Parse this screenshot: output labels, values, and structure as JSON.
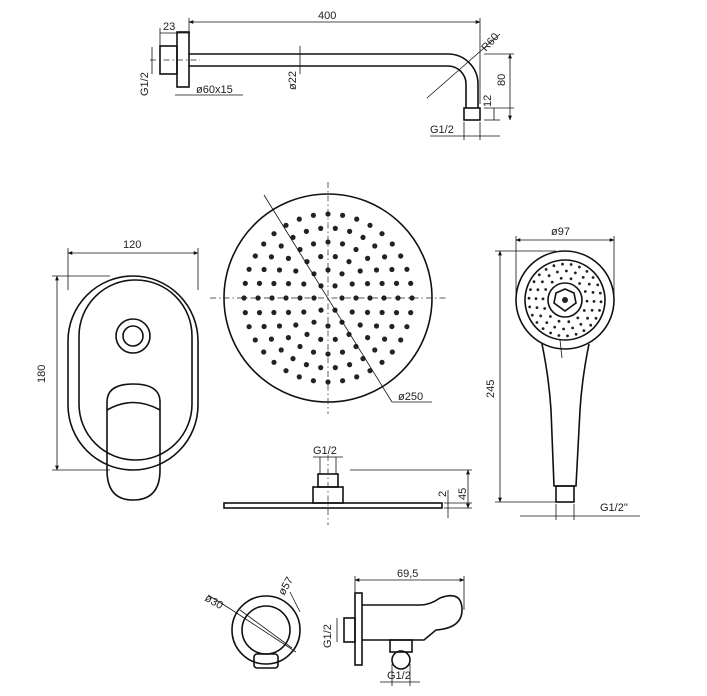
{
  "shower_arm": {
    "length": "400",
    "flange_thickness": "23",
    "bend_radius": "R60",
    "thread_inlet": "G1/2",
    "flange_diameter": "ø60x15",
    "pipe_diameter": "ø22",
    "drop_height": "80",
    "outlet_length": "12",
    "thread_outlet": "G1/2"
  },
  "mixer_plate": {
    "width": "120",
    "height": "180"
  },
  "rain_head": {
    "diameter": "ø250",
    "thread": "G1/2",
    "plate_thickness": "2",
    "total_height": "45"
  },
  "hand_shower": {
    "head_diameter": "ø97",
    "length": "245",
    "thread": "G1/2\""
  },
  "wall_outlet": {
    "inner_diameter": "ø30",
    "outer_diameter": "ø57",
    "depth": "69,5",
    "thread_side": "G1/2",
    "thread_bottom": "G1/2"
  }
}
